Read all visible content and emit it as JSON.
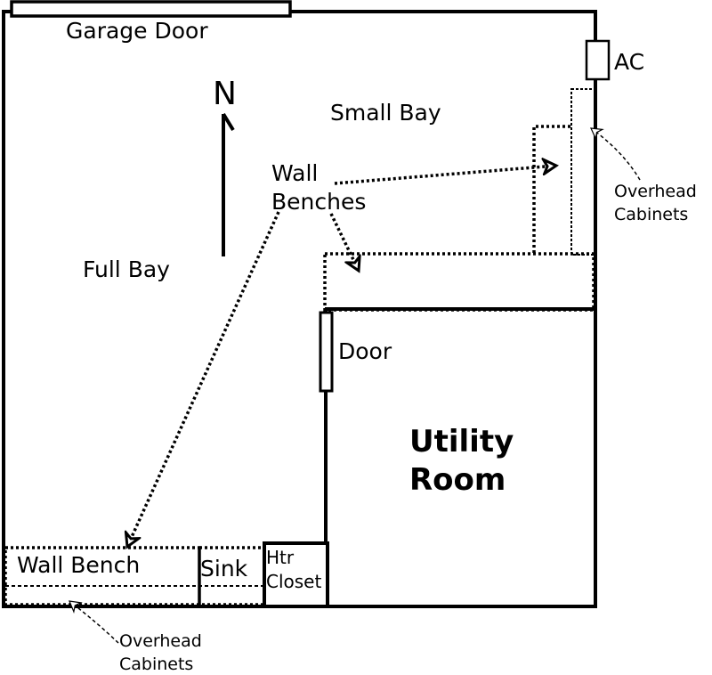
{
  "labels": {
    "garage_door": "Garage Door",
    "north": "N",
    "small_bay": "Small Bay",
    "full_bay": "Full Bay",
    "ac": "AC",
    "wall_benches_line1": "Wall",
    "wall_benches_line2": "Benches",
    "overhead_cabinets_right_line1": "Overhead",
    "overhead_cabinets_right_line2": "Cabinets",
    "door": "Door",
    "utility_room_line1": "Utility",
    "utility_room_line2": "Room",
    "wall_bench": "Wall Bench",
    "sink": "Sink",
    "htr_closet_line1": "Htr",
    "htr_closet_line2": "Closet",
    "overhead_cabinets_bottom_line1": "Overhead",
    "overhead_cabinets_bottom_line2": "Cabinets"
  },
  "colors": {
    "line": "#000000",
    "background": "#ffffff"
  }
}
